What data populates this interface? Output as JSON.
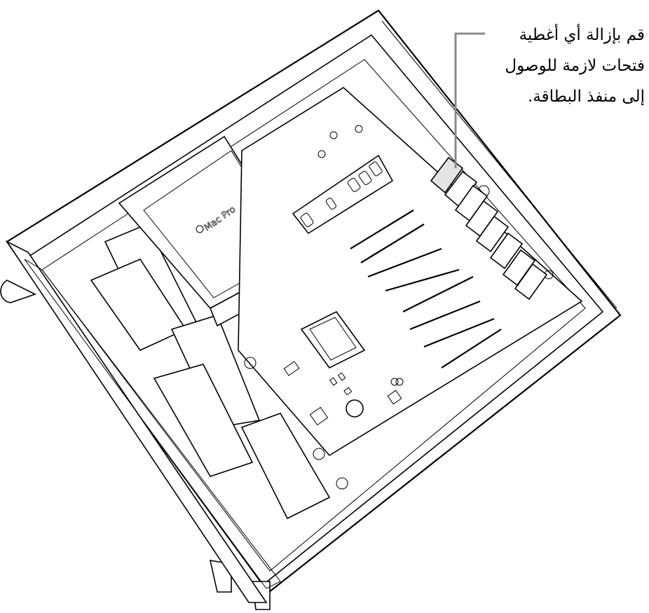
{
  "figure": {
    "subject": "Mac Pro interior, top view with side panel removed",
    "callout": {
      "lines": [
        "قم بإزالة أي أغطية",
        "فتحات لازمة للوصول",
        "إلى منفذ البطاقة."
      ],
      "direction": "rtl",
      "target": "PCIe slot cover (highlighted)",
      "leader_color": "#8a8a8a",
      "highlight_color": "#e3e3e3"
    },
    "labels": {
      "enclosure_brand": "Mac Pro",
      "brand_icon": "apple-logo-icon"
    },
    "parts": {
      "pcie_slot_covers": 8,
      "pcie_slots": 8,
      "io_ports": [
        "thunderbolt-port-1",
        "thunderbolt-port-2",
        "thunderbolt-port-3",
        "ethernet-port"
      ]
    }
  }
}
